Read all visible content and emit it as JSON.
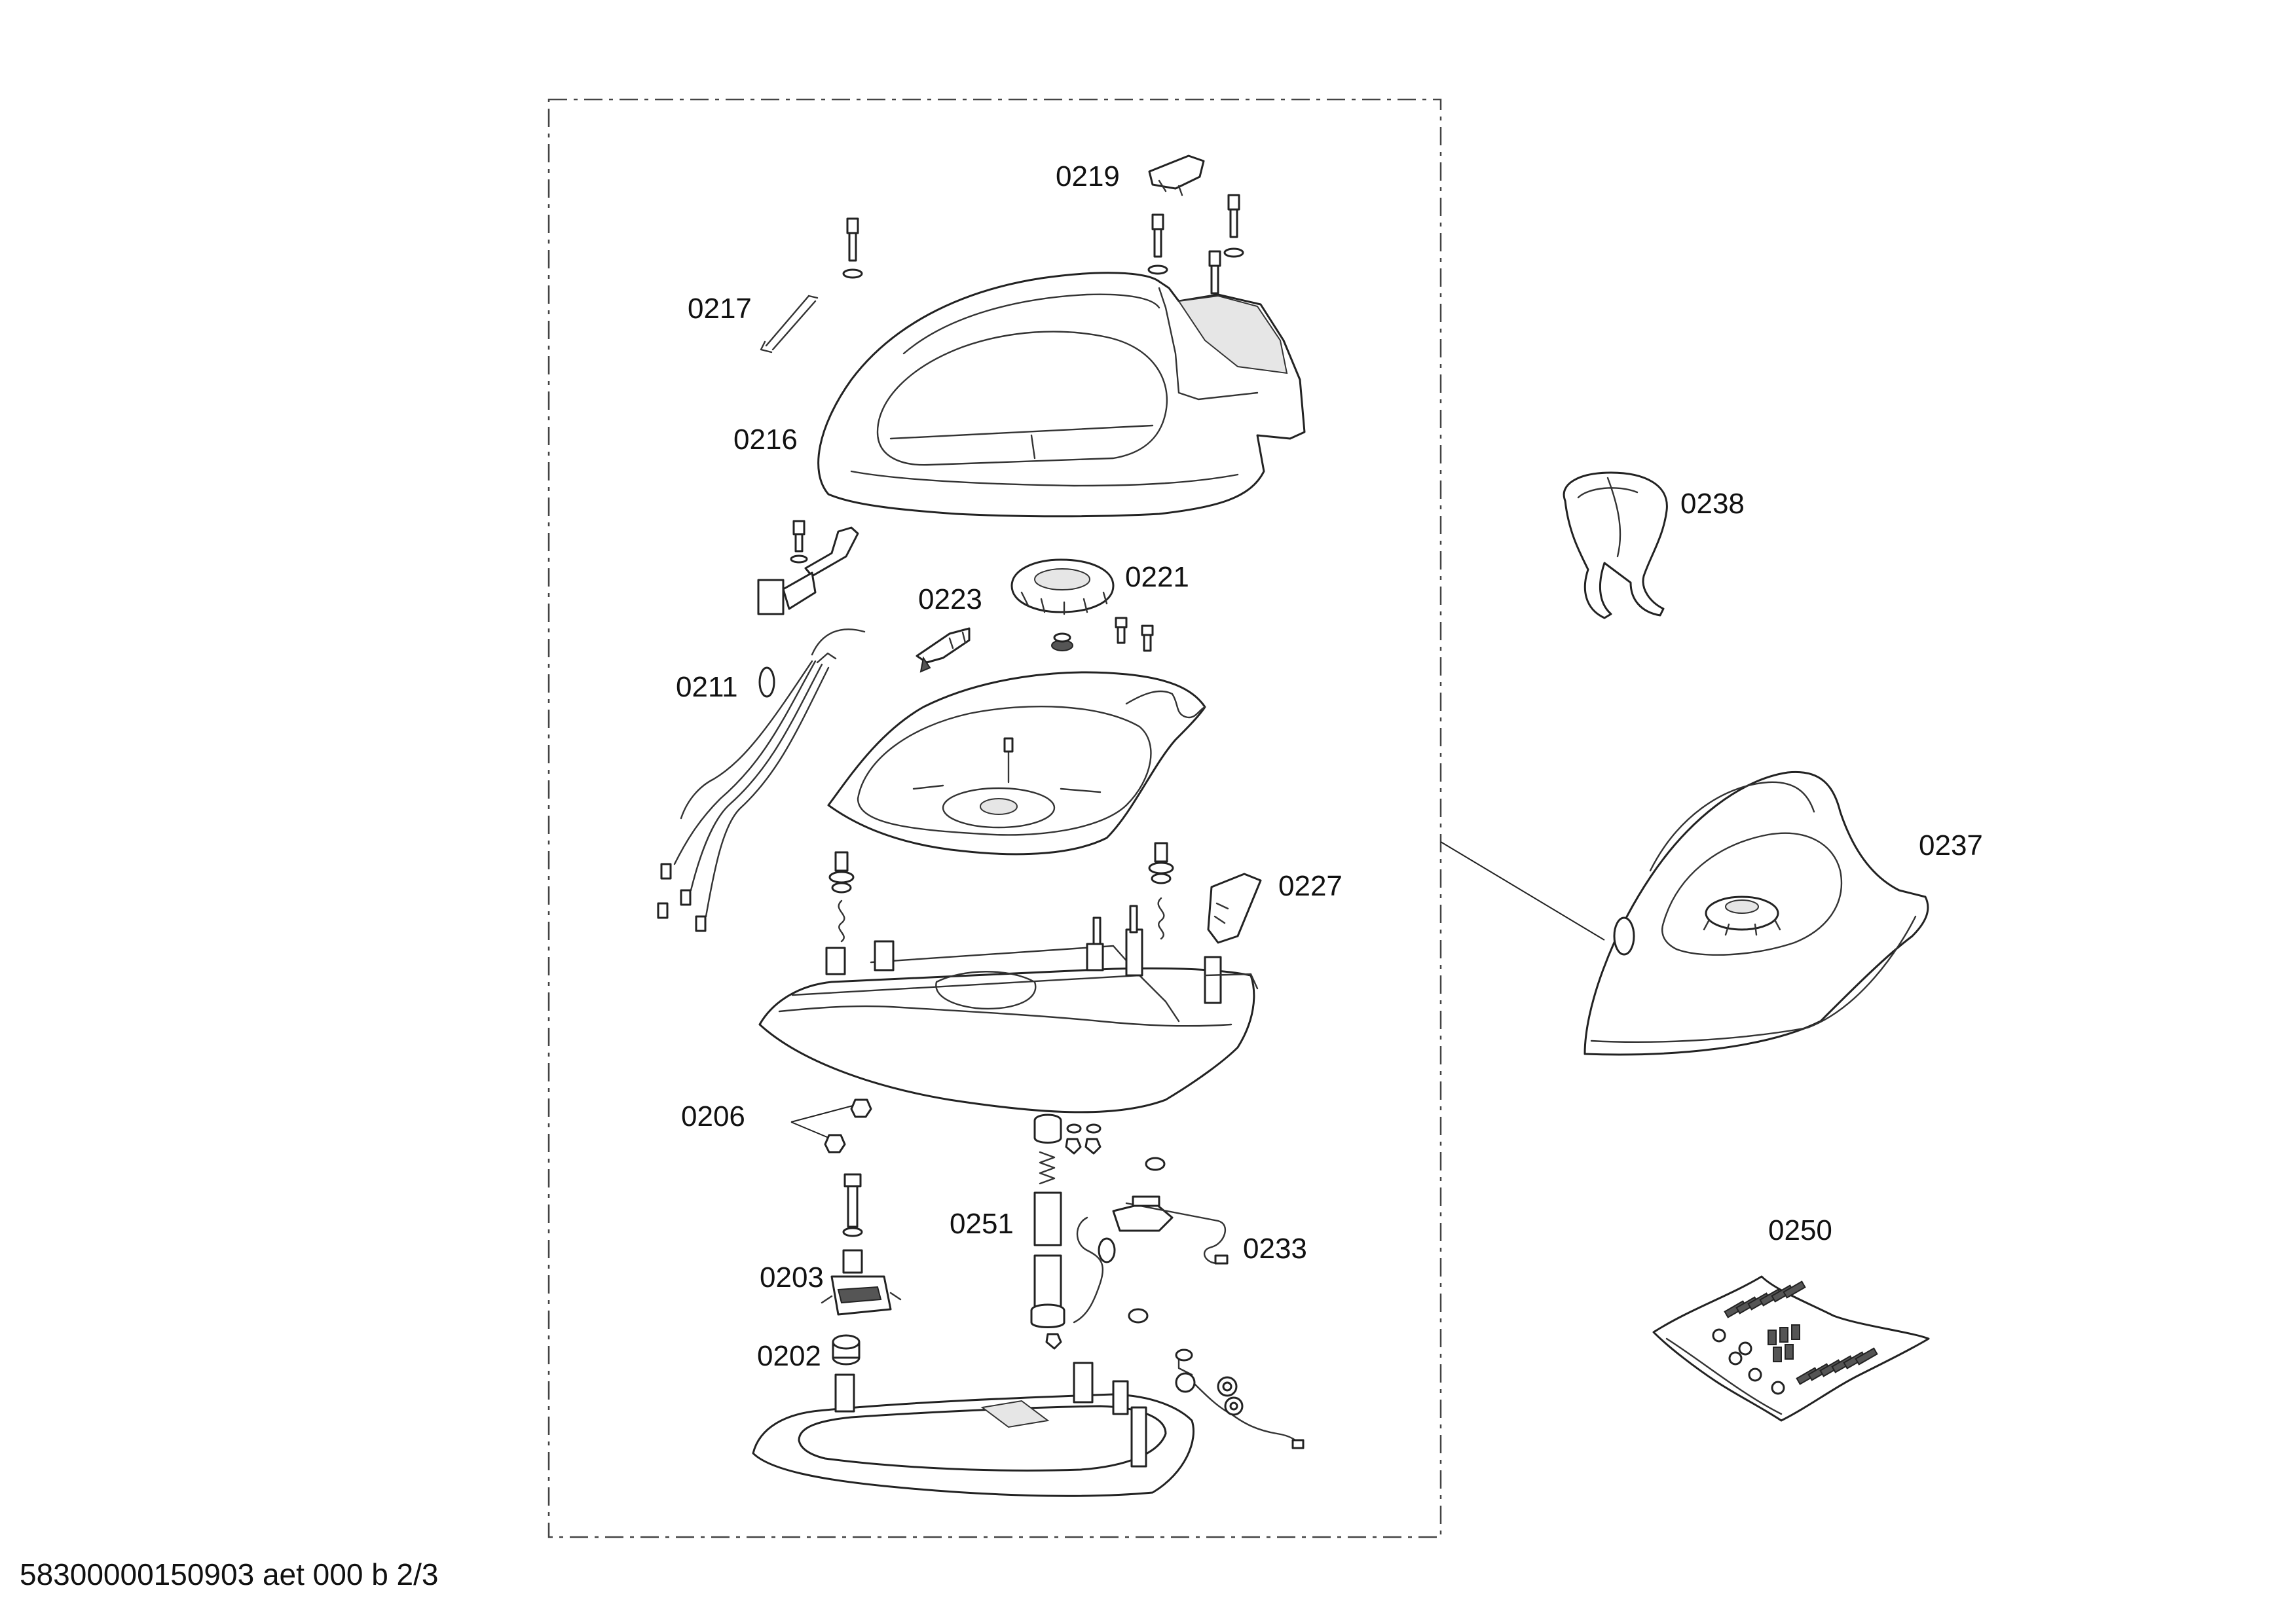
{
  "footer": {
    "document_code": "58300000150903 aet 000 b 2/3"
  },
  "parts": [
    {
      "number": "0219"
    },
    {
      "number": "0217"
    },
    {
      "number": "0216"
    },
    {
      "number": "0221"
    },
    {
      "number": "0223"
    },
    {
      "number": "0211"
    },
    {
      "number": "0227"
    },
    {
      "number": "0206"
    },
    {
      "number": "0251"
    },
    {
      "number": "0233"
    },
    {
      "number": "0203"
    },
    {
      "number": "0202"
    },
    {
      "number": "0238"
    },
    {
      "number": "0237"
    },
    {
      "number": "0250"
    }
  ]
}
